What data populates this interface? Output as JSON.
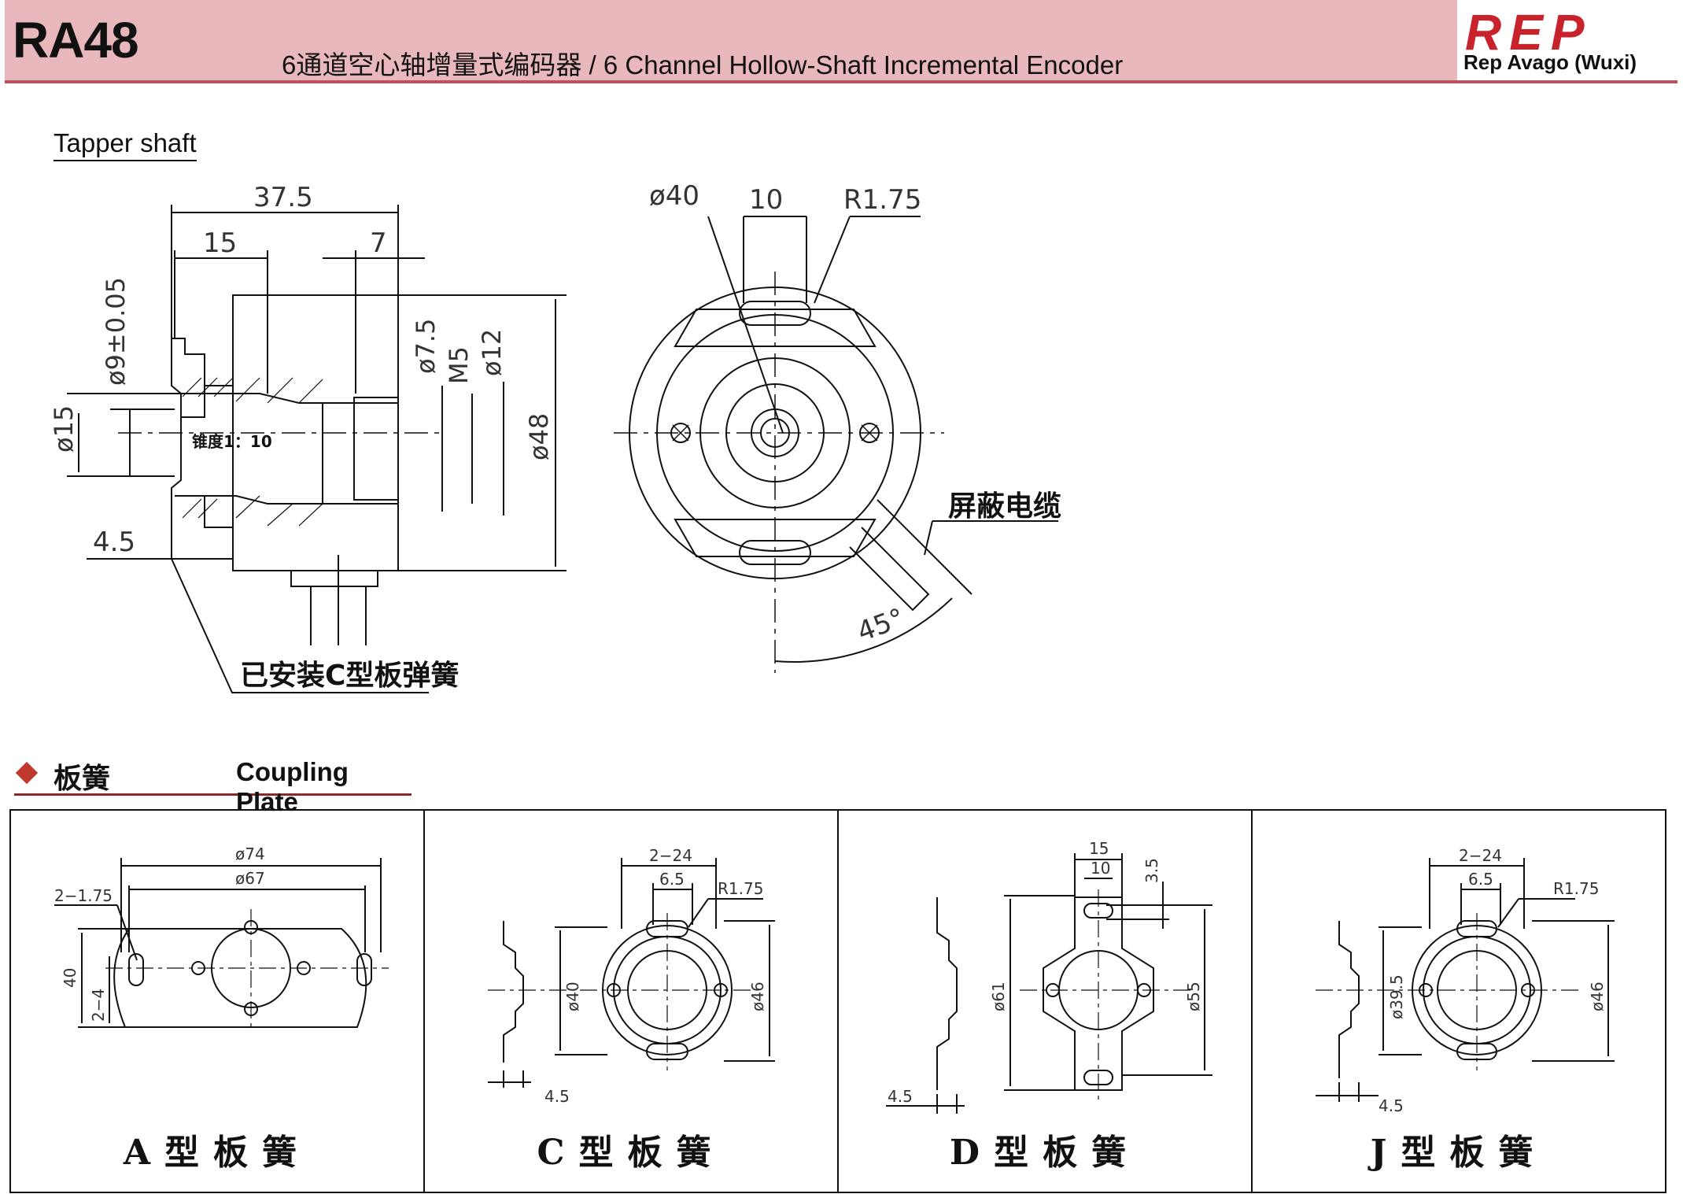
{
  "header": {
    "model": "RA48",
    "subtitle": "6通道空心轴增量式编码器 / 6 Channel Hollow-Shaft Incremental Encoder",
    "logo": "REP",
    "logo_sub": "Rep Avago (Wuxi)"
  },
  "tapper_label": "Tapper shaft",
  "side_view": {
    "dim_37_5": "37.5",
    "dim_15": "15",
    "dim_7": "7",
    "dim_d9": "ø9±0.05",
    "dim_d15": "ø15",
    "dim_d7_5": "ø7.5",
    "dim_m5": "M5",
    "dim_d12": "ø12",
    "dim_d48": "ø48",
    "taper": "锥度1：10",
    "dim_4_5": "4.5",
    "spring_label": "已安装C型板弹簧"
  },
  "front_view": {
    "dim_d40": "ø40",
    "dim_10": "10",
    "dim_r175": "R1.75",
    "cable": "屏蔽电缆",
    "angle": "45°"
  },
  "section": {
    "cn": "板簧",
    "en": "Coupling Plate"
  },
  "plates": {
    "a": {
      "label": "A型板簧",
      "d74": "ø74",
      "d67": "ø67",
      "holes": "2−1.75",
      "h40": "40",
      "h24": "2−4"
    },
    "c": {
      "label": "C型板簧",
      "w24": "2−24",
      "w65": "6.5",
      "r175": "R1.75",
      "d40": "ø40",
      "d46": "ø46",
      "t45": "4.5"
    },
    "d": {
      "label": "D型板簧",
      "w15": "15",
      "w10": "10",
      "h35": "3.5",
      "d61": "ø61",
      "d55": "ø55",
      "t45": "4.5"
    },
    "j": {
      "label": "J型板簧",
      "w24": "2−24",
      "w65": "6.5",
      "r175": "R1.75",
      "d395": "ø39.5",
      "d46": "ø46",
      "t45": "4.5"
    }
  }
}
